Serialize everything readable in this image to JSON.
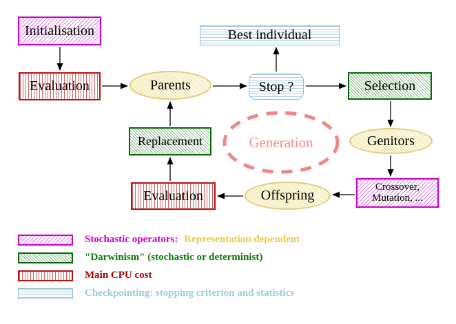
{
  "diagram": {
    "nodes": {
      "initialisation": "Initialisation",
      "evaluation_top": "Evaluation",
      "parents": "Parents",
      "best_individual": "Best individual",
      "stop": "Stop ?",
      "selection": "Selection",
      "genitors": "Genitors",
      "crossover_line1": "Crossover,",
      "crossover_line2": "Mutation, ...",
      "replacement": "Replacement",
      "evaluation_bottom": "Evaluation",
      "offspring": "Offspring",
      "generation": "Generation"
    },
    "legend": {
      "rows": [
        {
          "part1": "Stochastic operators:",
          "part2": "Representation dependent"
        },
        {
          "label": "\"Darwinism\" (stochastic or determinist)"
        },
        {
          "label": "Main CPU cost"
        },
        {
          "label": "Checkpointing: stopping criterion and statistics"
        }
      ]
    },
    "colors": {
      "magenta": "#cc00cc",
      "red": "#bb1111",
      "green": "#0b660b",
      "light_blue": "#99ccdd",
      "gold_text": "#eecc33",
      "yellow_border": "#e2cc7e",
      "salmon": "#ee8888",
      "arrow": "#000000"
    }
  }
}
